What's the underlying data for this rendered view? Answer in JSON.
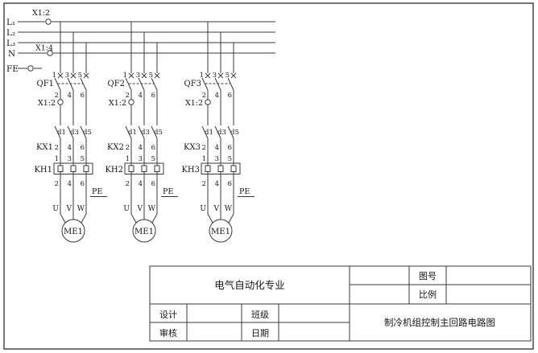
{
  "drawing": {
    "line_color": "#3a3a3a",
    "background": "#ffffff"
  },
  "bus": {
    "lines": [
      {
        "label": "L₁",
        "terminal": "X1:2"
      },
      {
        "label": "L₂"
      },
      {
        "label": "L₃"
      },
      {
        "label": "N",
        "terminal": "X1:4"
      },
      {
        "label": "FE"
      }
    ]
  },
  "branches": [
    {
      "breaker": "QF1",
      "top_nums": [
        "1",
        "3",
        "5"
      ],
      "bottom_nums": [
        "2",
        "4",
        "6"
      ],
      "terminal": "X1:2",
      "contactor": "KX1",
      "contactor_top": [
        "d1",
        "d3",
        "d5"
      ],
      "contactor_bottom": [
        "2",
        "4",
        "6"
      ],
      "thermal": "KH1",
      "thermal_top": [
        "1",
        "3",
        "5"
      ],
      "thermal_bottom": [
        "2",
        "4",
        "6"
      ],
      "pe": "PE",
      "phases": [
        "U",
        "V",
        "W"
      ],
      "motor": "ME1"
    },
    {
      "breaker": "QF2",
      "top_nums": [
        "1",
        "3",
        "5"
      ],
      "bottom_nums": [
        "2",
        "4",
        "6"
      ],
      "terminal": "X1:2",
      "contactor": "KX2",
      "contactor_top": [
        "d1",
        "d3",
        "d5"
      ],
      "contactor_bottom": [
        "2",
        "4",
        "6"
      ],
      "thermal": "KH2",
      "thermal_top": [
        "1",
        "3",
        "5"
      ],
      "thermal_bottom": [
        "2",
        "4",
        "6"
      ],
      "pe": "PE",
      "phases": [
        "U",
        "V",
        "W"
      ],
      "motor": "ME1"
    },
    {
      "breaker": "QF3",
      "top_nums": [
        "1",
        "3",
        "5"
      ],
      "bottom_nums": [
        "2",
        "4",
        "6"
      ],
      "terminal": "X1:2",
      "contactor": "KX3",
      "contactor_top": [
        "d1",
        "d3",
        "d5"
      ],
      "contactor_bottom": [
        "2",
        "4",
        "6"
      ],
      "thermal": "KH3",
      "thermal_top": [
        "1",
        "3",
        "5"
      ],
      "thermal_bottom": [
        "2",
        "4",
        "6"
      ],
      "pe": "PE",
      "phases": [
        "U",
        "V",
        "W"
      ],
      "motor": "ME1"
    }
  ],
  "title_block": {
    "department": "电气自动化专业",
    "fig_no": "图号",
    "scale": "比例",
    "design": "设计",
    "class": "班级",
    "review": "审核",
    "date": "日期",
    "drawing_title": "制冷机组控制主回路电路图"
  }
}
